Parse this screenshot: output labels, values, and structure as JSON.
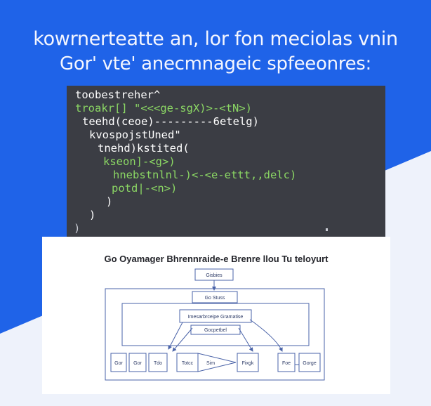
{
  "headline": {
    "line1": "kowrnerteatte an, lor fon meciolas vnin",
    "line2": "Gor' vte' anecmnageic spfeeonres:"
  },
  "code": {
    "lines": [
      {
        "text": "toobestreher^"
      },
      {
        "text": "troakr[] \"<<<ge-sgX)>-<tN>)"
      },
      {
        "text": "teehd(ceoe)---------6etelg)"
      },
      {
        "text": "kvospojstUned\""
      },
      {
        "text": "tnehd)kstited("
      },
      {
        "text": "kseon]-<g>)"
      },
      {
        "text": "hnebstnlnl-)<-<e-ettt,,delc)"
      },
      {
        "text": "potd|-<n>)"
      },
      {
        "text": ")"
      },
      {
        "text": ")"
      },
      {
        "text": ")"
      }
    ]
  },
  "diagram": {
    "title": "Go Oyamager Bhrennraide-e Brenre llou Tu teloyurt",
    "nodes": {
      "top": "Gisbies",
      "second": "Go Stuss",
      "third": "Imesarbrceipe Gramatise",
      "fourth": "Gocpetbel",
      "bottom": [
        "Gor",
        "Gor",
        "Tdo",
        "Totcc",
        "Sim",
        "Fixgk",
        "Foe",
        "Gorge"
      ]
    }
  },
  "colors": {
    "background": "#1f63e8",
    "wedge": "#ffffff",
    "code_bg": "#3b3d44",
    "string_accent": "#8bd764",
    "diagram_line": "#4a63a8"
  }
}
